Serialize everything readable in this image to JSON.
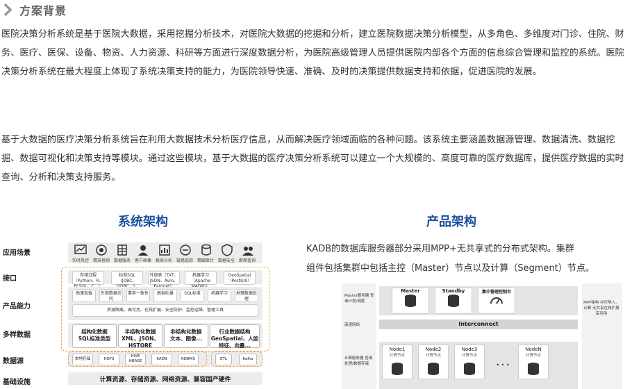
{
  "heading": "方案背景",
  "paragraphs": [
    "医院决策分析系统是基于医院大数据，采用挖掘分析技术，对医院大数据的挖掘和分析，建立医院数据决策分析模型，从多角色、多维度对门诊、住院、财务、医疗、医保、设备、物资、人力资源、科研等方面进行深度数据分析，为医院高级管理人员提供医院内部各个方面的信息综合管理和监控的系统。医院决策分析系统在最大程度上体现了系统决策支持的能力，为医院领导快速、准确、及时的决策提供数据支持和依据，促进医院的发展。",
    "基于大数据的医疗决策分析系统旨在利用大数据技术分析医疗信息，从而解决医疗领域面临的各种问题。该系统主要涵盖数据源管理、数据清洗、数据挖掘、数据可视化和决策支持等模块。通过这些模块，基于大数据的医疗决策分析系统可以建立一个大规模的、高度可靠的医疗数据库，提供医疗数据的实时查询、分析和决策支持服务。"
  ],
  "system": {
    "title": "系统架构",
    "rows": [
      "应用场景",
      "接口",
      "产品能力",
      "多样数据",
      "数据源",
      "基础设施"
    ],
    "apps": [
      "实时风控",
      "精准营销",
      "数据服务",
      "客户画像",
      "报表分析",
      "链路追踪",
      "精细审计",
      "数据安全",
      "即席查询"
    ],
    "interfaces": [
      "存储过程（Python、R、PLSQL、C…）",
      "标准SQL（JDBC、ODBC…）",
      "外部表（TXT、JSON、Avro、Parquet）",
      "机器学习（Apache MADlib）",
      "GeoSpatial（PostGIS）"
    ],
    "capabilities": [
      "高速加载",
      "外部数据访问",
      "事务一致性",
      "高吞吐量",
      "SQL标准",
      "机器学习",
      "地理数据处理"
    ],
    "capability_bar": "资源隔离、高可用、在线扩展、安全防护、监控运维、管理工具",
    "data_types": [
      {
        "title": "结构化数据",
        "sub": "SQL标准类型"
      },
      {
        "title": "半结构化数据",
        "sub": "XML、JSON、HSTORE"
      },
      {
        "title": "非结构化数据",
        "sub": "文本、图像..."
      },
      {
        "title": "行业数据结构",
        "sub": "GeoSpatial、人脸特征、向量..."
      }
    ],
    "sources": [
      "本地存储",
      "HDFS",
      "HIVE HBASE",
      "KADB",
      "RDBMS",
      "ETL",
      "Kafka"
    ],
    "infrastructure": "计算资源、存储资源、网络资源、兼容国产硬件"
  },
  "product": {
    "title": "产品架构",
    "desc1": "KADB的数据库服务器部分采用MPP+无共享式的分布式架构。集群",
    "desc2": "组件包括集群中包括主控（Master）节点以及计算（Segment）节点。",
    "left_labels": [
      "Master服务器 查询计划/调度",
      "高速网络",
      "计算服务器 查询处理/数据存储"
    ],
    "right_label": "MPP架构 并行导入、计算 无共享在线扩展 高可用",
    "master": "Master",
    "standby": "Standby",
    "mgmt": "集中管理控制台",
    "interconnect": "Interconnect",
    "nodes": [
      {
        "name": "Node1",
        "label": "计算节点"
      },
      {
        "name": "Node2",
        "label": "计算节点"
      },
      {
        "name": "Node3",
        "label": "计算节点"
      },
      {
        "name": "NodeN",
        "label": "计算节点"
      }
    ],
    "ellipsis": "• • •"
  }
}
